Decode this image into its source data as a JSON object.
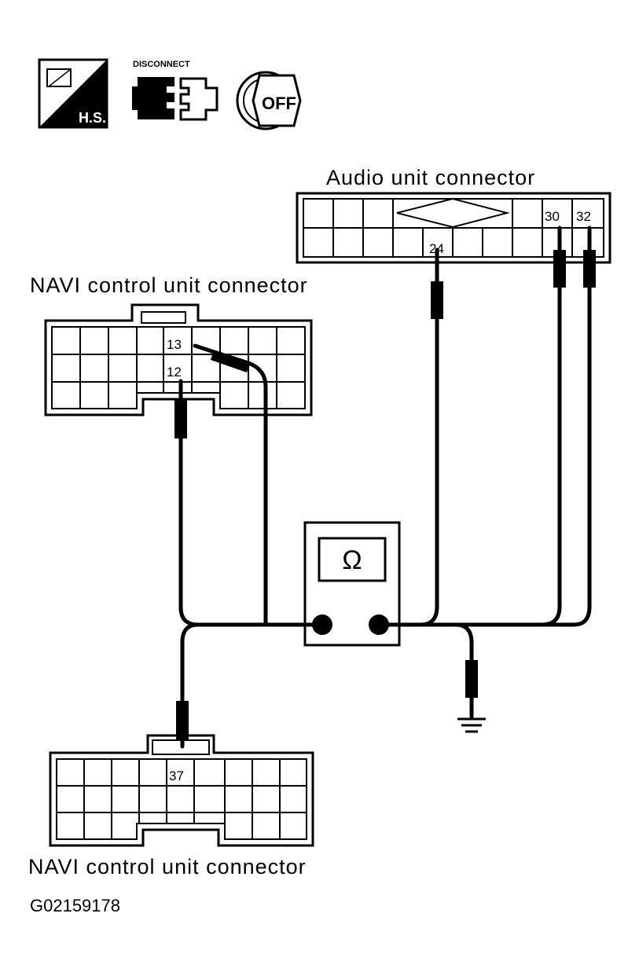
{
  "icons": {
    "hot_stamp_label": "H.S.",
    "disconnect_label": "DISCONNECT",
    "ignition_label": "OFF"
  },
  "connectors": {
    "audio_title": "Audio unit connector",
    "navi_top_title": "NAVI control unit connector",
    "navi_bottom_title": "NAVI control unit connector"
  },
  "pins": {
    "audio_30": "30",
    "audio_32": "32",
    "audio_24": "24",
    "navi_13": "13",
    "navi_12": "12",
    "navi_37": "37"
  },
  "meter": {
    "symbol": "Ω"
  },
  "figure_code": "G02159178"
}
